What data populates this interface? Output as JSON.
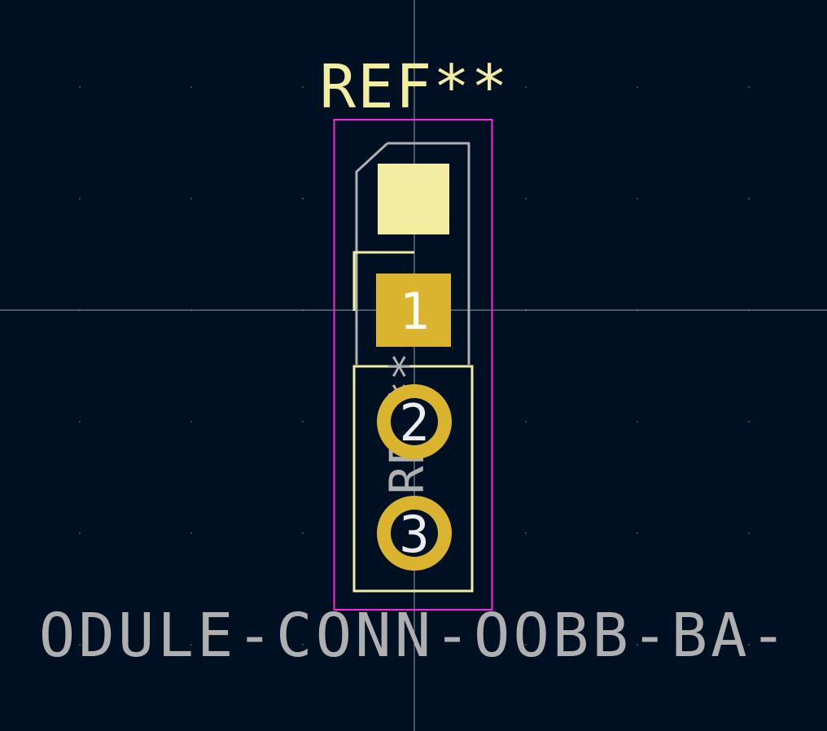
{
  "footprint": {
    "reference": "REF**",
    "value": "ODULE-CONN-OOBB-BA-",
    "fab_reference": "REF**",
    "pads": [
      {
        "number": "1",
        "shape": "square"
      },
      {
        "number": "2",
        "shape": "circle"
      },
      {
        "number": "3",
        "shape": "circle"
      }
    ]
  },
  "colors": {
    "background": "#001023",
    "grid": "#4a5568",
    "crosshair": "#c8c8d0",
    "silkscreen": "#f2eda1",
    "courtyard": "#ff26e2",
    "fabrication": "#afafaf",
    "pad": "#dbb42f",
    "pad_number": "#ffffff"
  }
}
